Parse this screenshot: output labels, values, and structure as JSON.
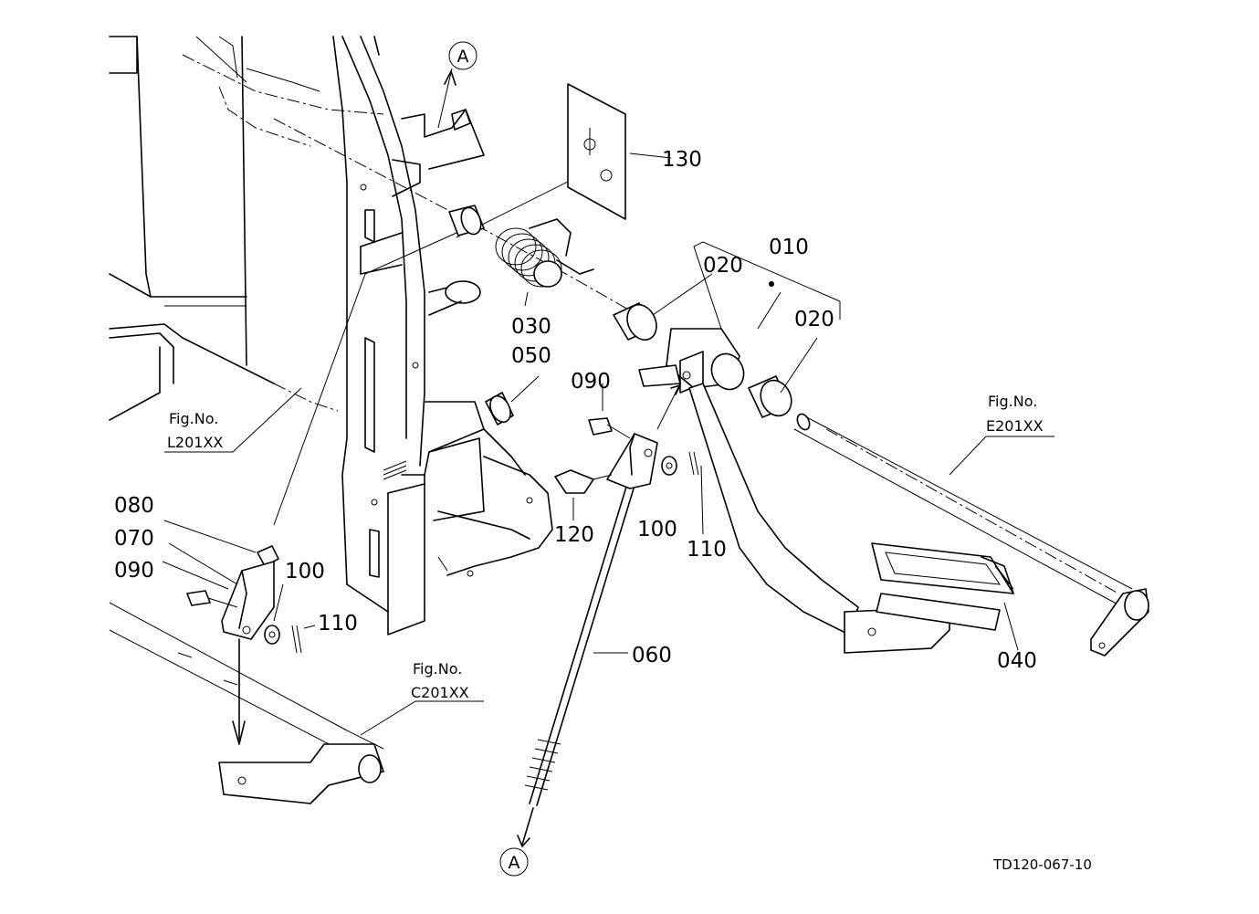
{
  "parts": {
    "p010": "010",
    "p020a": "020",
    "p020b": "020",
    "p030": "030",
    "p040": "040",
    "p050": "050",
    "p060": "060",
    "p070": "070",
    "p080": "080",
    "p090a": "090",
    "p090b": "090",
    "p100a": "100",
    "p100b": "100",
    "p110a": "110",
    "p110b": "110",
    "p120": "120",
    "p130": "130"
  },
  "fig_refs": {
    "l": {
      "label": "Fig.No.",
      "code": "L201XX"
    },
    "c": {
      "label": "Fig.No.",
      "code": "C201XX"
    },
    "e": {
      "label": "Fig.No.",
      "code": "E201XX"
    }
  },
  "markers": {
    "top": "A",
    "bottom": "A"
  },
  "drawing_id": "TD120-067-10"
}
